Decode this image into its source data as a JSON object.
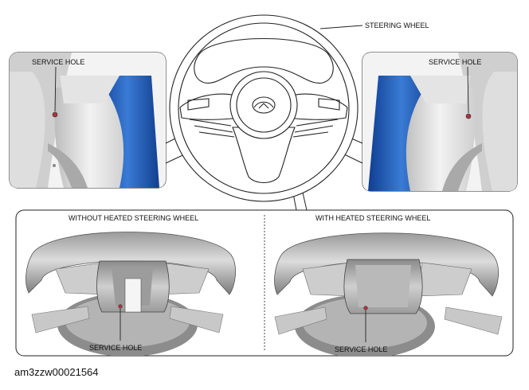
{
  "labels": {
    "steering_wheel": "STEERING WHEEL",
    "service_hole_top_left": "SERVICE HOLE",
    "service_hole_top_right": "SERVICE HOLE",
    "without_heated": "WITHOUT HEATED STEERING WHEEL",
    "with_heated": "WITH HEATED STEERING WHEEL",
    "service_hole_bottom_left": "SERVICE HOLE",
    "service_hole_bottom_right": "SERVICE HOLE"
  },
  "figure_code": "am3zzw00021564",
  "colors": {
    "line": "#222222",
    "blue_trim": "#2a63b8",
    "gray_light": "#e6e6e6",
    "gray_mid": "#b5b5b5",
    "gray_dark": "#6e6e6e",
    "service_hole": "#b0303a"
  }
}
